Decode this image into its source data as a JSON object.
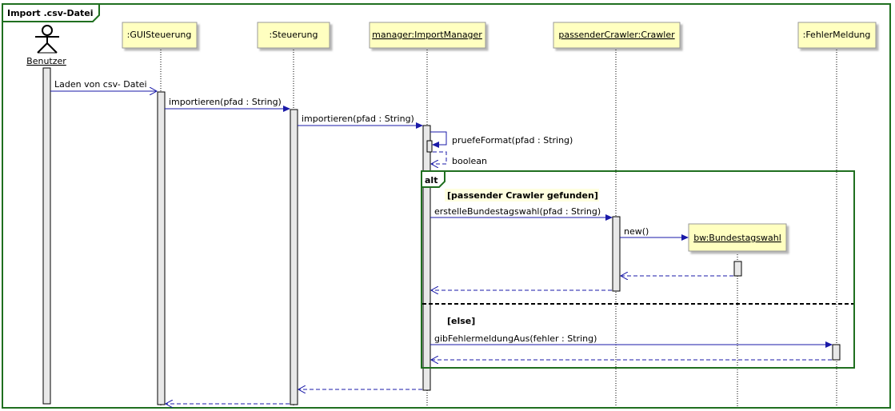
{
  "frame": {
    "title": "Import .csv-Datei",
    "border_color": "#1f6f1f"
  },
  "actor": {
    "label": "Benutzer"
  },
  "participants": [
    {
      "label": ":GUISteuerung",
      "underline": false
    },
    {
      "label": ":Steuerung",
      "underline": false
    },
    {
      "label": "manager:ImportManager",
      "underline": true
    },
    {
      "label": "passenderCrawler:Crawler",
      "underline": true
    },
    {
      "label": ":FehlerMeldung",
      "underline": false
    }
  ],
  "created_object": {
    "label": "bw:Bundestagswahl"
  },
  "messages": {
    "m1": "Laden von csv- Datei",
    "m2": "importieren(pfad : String)",
    "m3": "importieren(pfad : String)",
    "m4": "pruefeFormat(pfad : String)",
    "m5": "boolean",
    "m6": "erstelleBundestagswahl(pfad : String)",
    "m7": "new()",
    "m8": "gibFehlermeldungAus(fehler : String)"
  },
  "alt": {
    "label": "alt",
    "guard1": "[passender Crawler gefunden]",
    "guard2": "[else]"
  },
  "colors": {
    "participant_fill": "#ffffc0",
    "arrow": "#1a1aa8",
    "frame_green": "#1f6f1f",
    "activation_fill": "#e8e8e8"
  }
}
